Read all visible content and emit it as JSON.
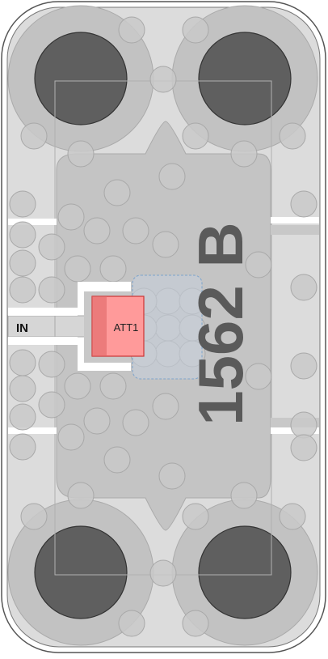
{
  "board": {
    "silkscreen_label": "1562 B",
    "port_label": "IN",
    "component_label": "ATT1"
  },
  "colors": {
    "outline": "#555555",
    "board_fill": "#dcdcdc",
    "copper_fill": "#c4c4c4",
    "pad_ring": "#bdbdbd",
    "pad_hole": "#5f5f5f",
    "via": "#c9c9c9",
    "via_stroke": "#a8a8a8",
    "silk": "#555555",
    "component_fill": "#ff8f8f",
    "component_stroke": "#cc3333",
    "highlight_fill": "#c6d0dc",
    "highlight_stroke": "#7da4cc"
  }
}
